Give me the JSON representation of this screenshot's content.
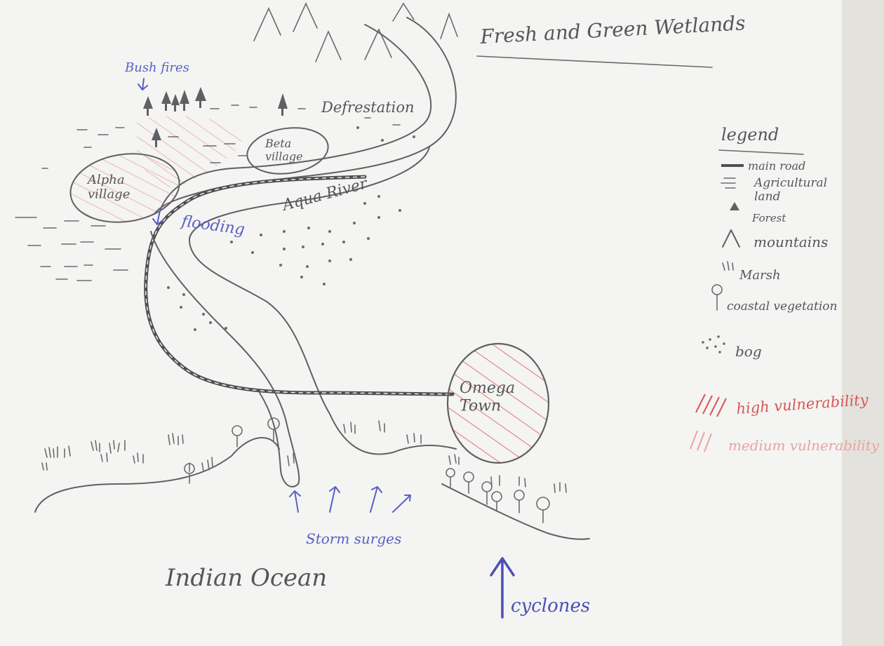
{
  "map": {
    "title": "Fresh and Green Wetlands",
    "labels": {
      "bush_fires": "Bush fires",
      "deforestation": "Defrestation",
      "beta_village": "Beta\nvillage",
      "alpha_village": "Alpha\nvillage",
      "flooding": "flooding",
      "aqua_river": "Aqua River",
      "omega_town": "Omega\nTown",
      "storm_surges": "Storm surges",
      "indian_ocean": "Indian Ocean",
      "cyclones": "cyclones"
    },
    "colors": {
      "paper": "#f4f4f2",
      "ink": "#5f6063",
      "blue_ink": "#5a5fc4",
      "high_red": "#d95757",
      "medium_pink": "#e9a2a2"
    }
  },
  "legend": {
    "title": "legend",
    "items": [
      {
        "icon": "main-road-icon",
        "label": "main road"
      },
      {
        "icon": "agricultural-land-icon",
        "label": "Agricultural\nland"
      },
      {
        "icon": "forest-icon",
        "label": "Forest"
      },
      {
        "icon": "mountain-icon",
        "label": "mountains"
      },
      {
        "icon": "marsh-icon",
        "label": "Marsh"
      },
      {
        "icon": "coastal-vegetation-icon",
        "label": "coastal vegetation"
      },
      {
        "icon": "bog-icon",
        "label": "bog"
      },
      {
        "icon": "high-vulnerability-icon",
        "label": "high vulnerability"
      },
      {
        "icon": "medium-vulnerability-icon",
        "label": "medium vulnerability"
      }
    ]
  }
}
